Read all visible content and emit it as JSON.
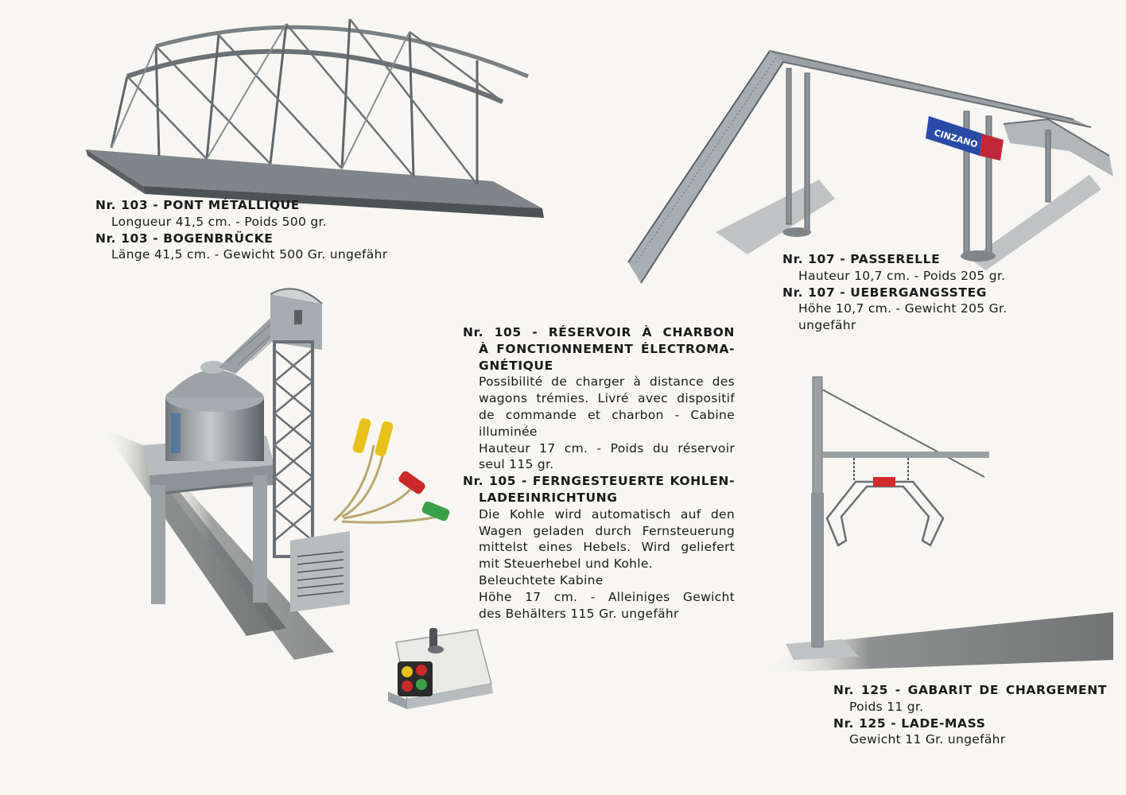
{
  "products": {
    "bridge": {
      "fr_title": "Nr. 103 - PONT MÉTALLIQUE",
      "fr_desc": "Longueur 41,5 cm. - Poids 500 gr.",
      "de_title": "Nr. 103 - BOGENBRÜCKE",
      "de_desc": "Länge 41,5 cm. - Gewicht 500 Gr. ungefähr"
    },
    "footbridge": {
      "fr_title": "Nr. 107 - PASSERELLE",
      "fr_desc": "Hauteur 10,7 cm. - Poids 205 gr.",
      "de_title": "Nr. 107 - UEBERGANGSSTEG",
      "de_desc_1": "Höhe 10,7 cm. - Gewicht 205 Gr.",
      "de_desc_2": "ungefähr",
      "sign_text": "CINZANO"
    },
    "coal": {
      "fr_title_1": "Nr. 105 - RÉSERVOIR À CHARBON",
      "fr_title_2": "À FONCTIONNEMENT ÉLECTROMA-",
      "fr_title_3": "GNÉTIQUE",
      "fr_desc_1": "Possibilité de charger à distance des",
      "fr_desc_2": "wagons trémies. Livré avec dispositif",
      "fr_desc_3": "de commande et charbon - Cabine",
      "fr_desc_4": "illuminée",
      "fr_desc_5": "Hauteur 17 cm. - Poids du réservoir",
      "fr_desc_6": "seul 115 gr.",
      "de_title_1": "Nr. 105 - FERNGESTEUERTE KOHLEN-",
      "de_title_2": "LADEEINRICHTUNG",
      "de_desc_1": "Die Kohle wird automatisch auf den",
      "de_desc_2": "Wagen geladen durch Fernsteuerung",
      "de_desc_3": "mittelst eines Hebels. Wird geliefert",
      "de_desc_4": "mit Steuerhebel und Kohle.",
      "de_desc_5": "Beleuchtete Kabine",
      "de_desc_6": "Höhe 17 cm. - Alleiniges Gewicht",
      "de_desc_7": "des Behälters 115 Gr. ungefähr"
    },
    "gauge": {
      "fr_title": "Nr. 125 - GABARIT DE CHARGEMENT",
      "fr_desc": "Poids 11 gr.",
      "de_title": "Nr. 125 - LADE-MASS",
      "de_desc": "Gewicht 11 Gr. ungefähr"
    }
  },
  "colors": {
    "paper": "#f7f6f2",
    "ink": "#1a1a1a",
    "metal": "#8d9396",
    "cinzano_blue": "#2a4aa8",
    "cinzano_red": "#c0283a",
    "gauge_red": "#d22a2a",
    "plug_yellow": "#e8c21a",
    "plug_red": "#cc2a2a",
    "plug_green": "#3aa048"
  },
  "icons": {
    "bridge": "truss-bridge-illustration",
    "footbridge": "footbridge-illustration",
    "coal": "coal-loader-illustration",
    "controller": "control-box-illustration",
    "gauge": "loading-gauge-illustration"
  }
}
